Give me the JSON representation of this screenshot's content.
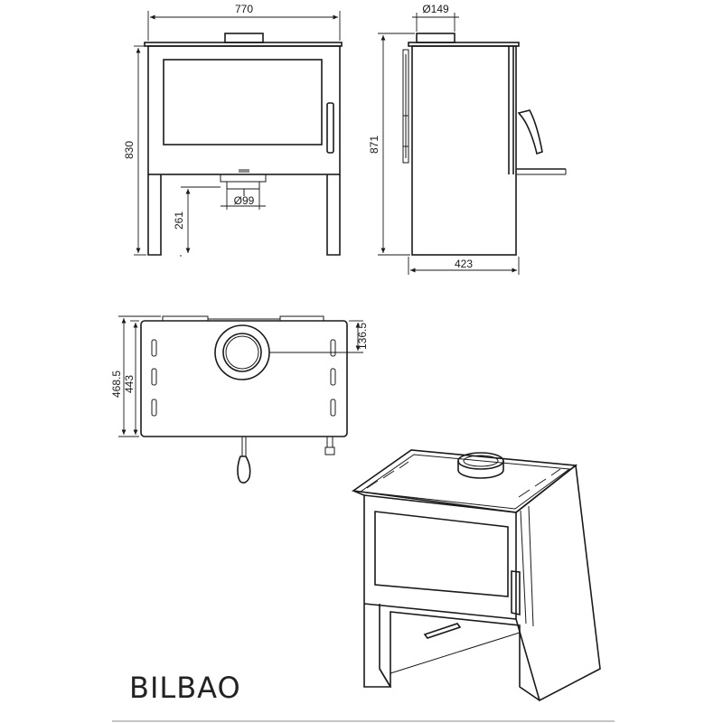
{
  "product_name": "BILBAO",
  "front_view": {
    "width_label": "770",
    "height_label": "830",
    "leg_height_label": "261",
    "outlet_diameter_label": "Ø99"
  },
  "side_view": {
    "flue_diameter_label": "Ø149",
    "height_label": "871",
    "depth_label": "423"
  },
  "top_view": {
    "depth_label": "468.5",
    "body_depth_label": "443",
    "flue_offset_label": "136.5"
  },
  "colors": {
    "line": "#1a1a1a",
    "background": "#ffffff"
  }
}
